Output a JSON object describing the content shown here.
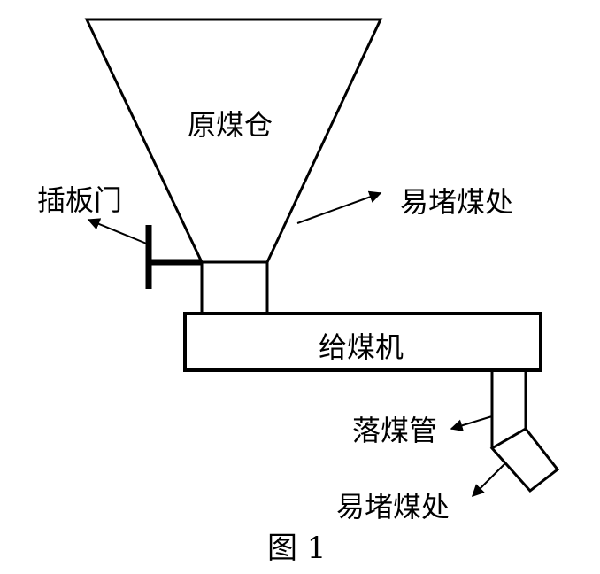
{
  "labels": {
    "hopper": "原煤仓",
    "gate": "插板门",
    "blockage_upper": "易堵煤处",
    "feeder": "给煤机",
    "chute": "落煤管",
    "blockage_lower": "易堵煤处"
  },
  "caption": "图 1",
  "colors": {
    "stroke": "#000000",
    "background": "#ffffff"
  }
}
